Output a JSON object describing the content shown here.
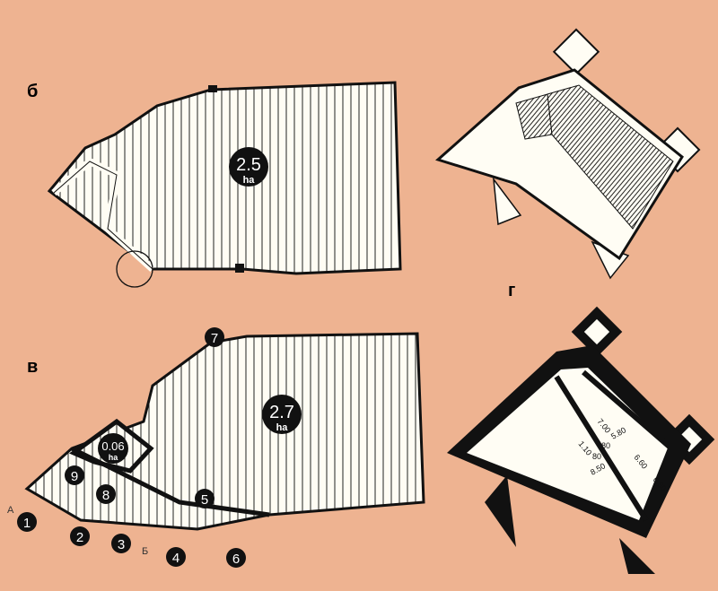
{
  "plans": {
    "b": {
      "letter": "б",
      "area_value": "2.5",
      "area_unit": "ha"
    },
    "g": {
      "letter": "г"
    },
    "v": {
      "letter": "в",
      "area_value": "2.7",
      "area_unit": "ha",
      "inner_area_value": "0.06",
      "inner_area_unit": "ha",
      "markers": [
        "1",
        "2",
        "3",
        "4",
        "5",
        "6",
        "7",
        "8",
        "9"
      ],
      "gate_labels": [
        "А",
        "Б"
      ]
    },
    "detail": {
      "dimensions": [
        "7.00",
        "5.80",
        "1.10",
        "80",
        "80",
        "6.60",
        "8.50",
        "6.50"
      ]
    }
  },
  "colors": {
    "background": "#eeb391",
    "fill": "#fffdf4",
    "ink": "#111111"
  }
}
